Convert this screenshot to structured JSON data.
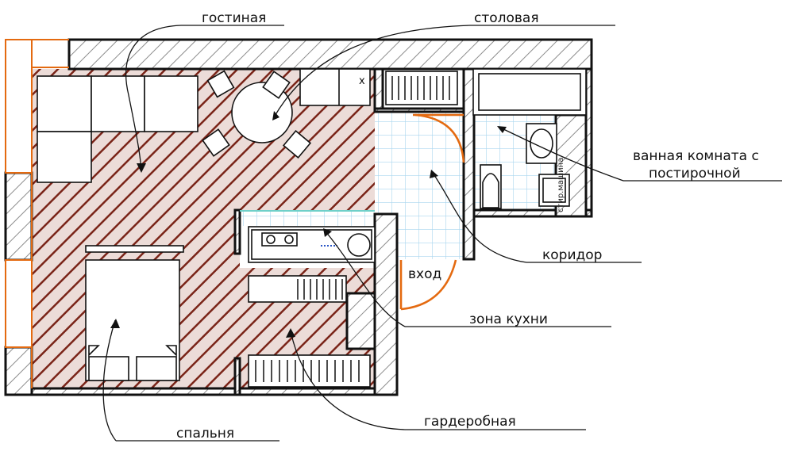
{
  "labels": {
    "living_room": "гостиная",
    "dining_room": "столовая",
    "bathroom_line1": "ванная комната с",
    "bathroom_line2": "постирочной",
    "corridor": "коридор",
    "entrance": "вход",
    "kitchen_zone": "зона кухни",
    "wardrobe": "гардеробная",
    "bedroom": "спальня",
    "washing_machine": "стир.машина"
  },
  "colors": {
    "wall_hatch": "#8c8c8c",
    "floor_hatch": "#7a2418",
    "floor_tint": "#ecdcd8",
    "tile_grid": "#a9d6ef",
    "door_arc": "#e46a10",
    "kitchen_edge": "#6fd0c9"
  }
}
